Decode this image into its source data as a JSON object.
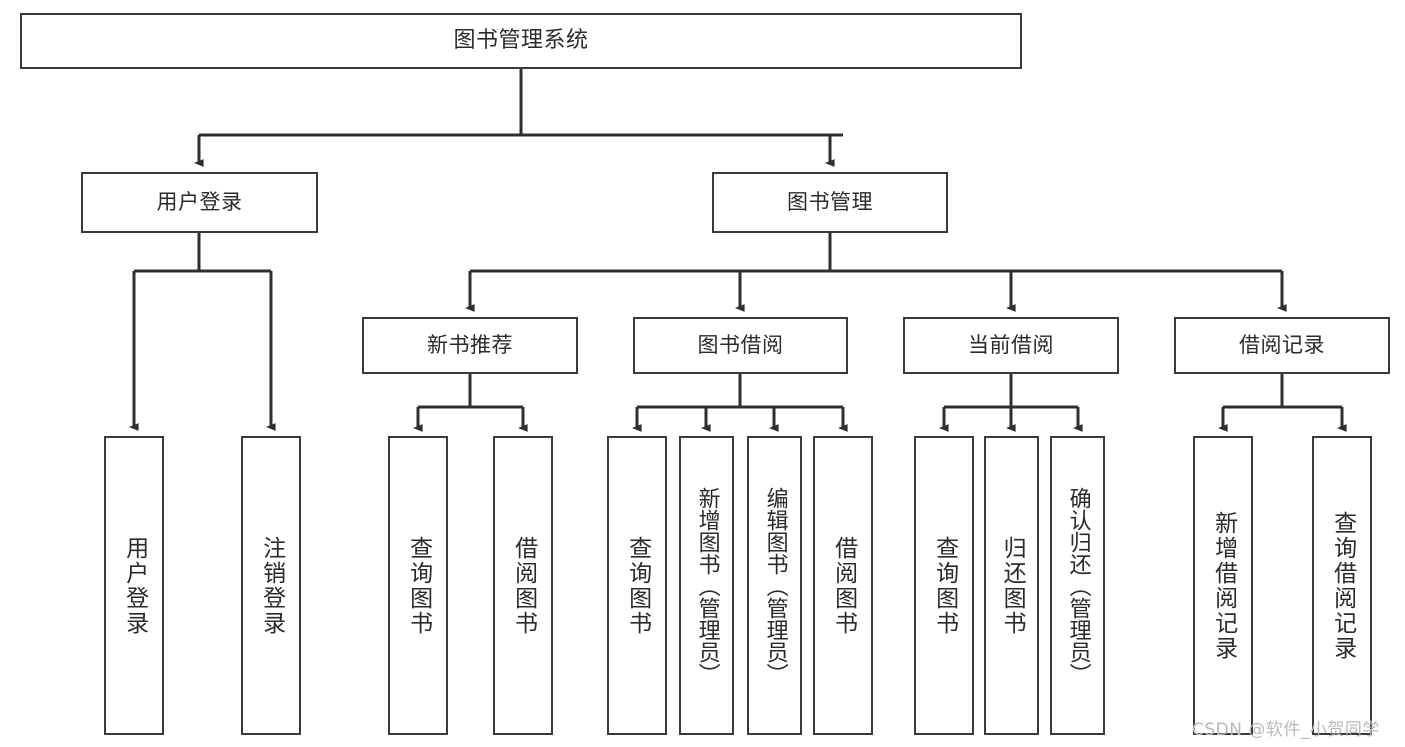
{
  "diagram": {
    "type": "tree-hierarchy-diagram",
    "title": "图书管理系统",
    "watermark": "CSDN @软件_小贺同学",
    "colors": {
      "background": "#ffffff",
      "box_border": "#3a3a3a",
      "connector": "#2f2f2f",
      "text": "#2b2b2b",
      "watermark": "#b9b9b9"
    },
    "levels": {
      "root": "图书管理系统",
      "level2": [
        "用户登录",
        "图书管理"
      ],
      "level3": [
        "新书推荐",
        "图书借阅",
        "当前借阅",
        "借阅记录"
      ]
    },
    "nodes": {
      "root": {
        "label": "图书管理系统"
      },
      "user_login": {
        "label": "用户登录"
      },
      "book_manage": {
        "label": "图书管理"
      },
      "new_book_rec": {
        "label": "新书推荐"
      },
      "book_borrow": {
        "label": "图书借阅"
      },
      "current_borrow": {
        "label": "当前借阅"
      },
      "borrow_record": {
        "label": "借阅记录"
      },
      "leaf_user_login": {
        "label": "用户登录"
      },
      "leaf_user_logout": {
        "label": "注销登录"
      },
      "leaf_query_book_1": {
        "label": "查询图书"
      },
      "leaf_borrow_book_1": {
        "label": "借阅图书"
      },
      "leaf_query_book_2": {
        "label": "查询图书"
      },
      "leaf_add_book": {
        "label": "新增图书（管理员）"
      },
      "leaf_edit_book": {
        "label": "编辑图书（管理员）"
      },
      "leaf_borrow_book_2": {
        "label": "借阅图书"
      },
      "leaf_query_book_3": {
        "label": "查询图书"
      },
      "leaf_return_book": {
        "label": "归还图书"
      },
      "leaf_confirm_return": {
        "label": "确认归还（管理员）"
      },
      "leaf_add_record": {
        "label": "新增借阅记录"
      },
      "leaf_query_record": {
        "label": "查询借阅记录"
      }
    }
  }
}
